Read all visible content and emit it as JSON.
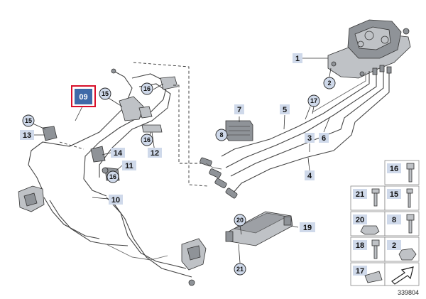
{
  "diagram": {
    "highlight_label": "09",
    "drawing_number": "339804",
    "callouts": {
      "c1": "1",
      "c2": "2",
      "c3": "3",
      "c4": "4",
      "c5": "5",
      "c6": "6",
      "c7": "7",
      "c8": "8",
      "c10": "10",
      "c11": "11",
      "c12": "12",
      "c13": "13",
      "c14": "14",
      "c15a": "15",
      "c15b": "15",
      "c16a": "16",
      "c16b": "16",
      "c16c": "16",
      "c17": "17",
      "c19": "19",
      "c20": "20",
      "c21": "21"
    },
    "legend": {
      "r1": "16",
      "r2a": "21",
      "r2b": "15",
      "r3a": "20",
      "r3b": "8",
      "r4a": "18",
      "r4b": "2",
      "r5a": "17"
    }
  }
}
